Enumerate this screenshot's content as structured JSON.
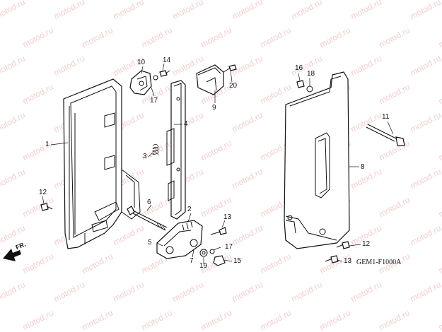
{
  "watermark": "motod.ru",
  "diagram_code": "GEM1-F1000A",
  "front_marker": "FR.",
  "callouts": {
    "c1": "1",
    "c2": "2",
    "c3": "3",
    "c4": "4",
    "c5": "5",
    "c6": "6",
    "c7": "7",
    "c8": "8",
    "c9": "9",
    "c10": "10",
    "c11": "11",
    "c12a": "12",
    "c12b": "12",
    "c13a": "13",
    "c13b": "13",
    "c14": "14",
    "c15": "15",
    "c16": "16",
    "c17a": "17",
    "c17b": "17",
    "c18": "18",
    "c19": "19",
    "c20": "20"
  }
}
